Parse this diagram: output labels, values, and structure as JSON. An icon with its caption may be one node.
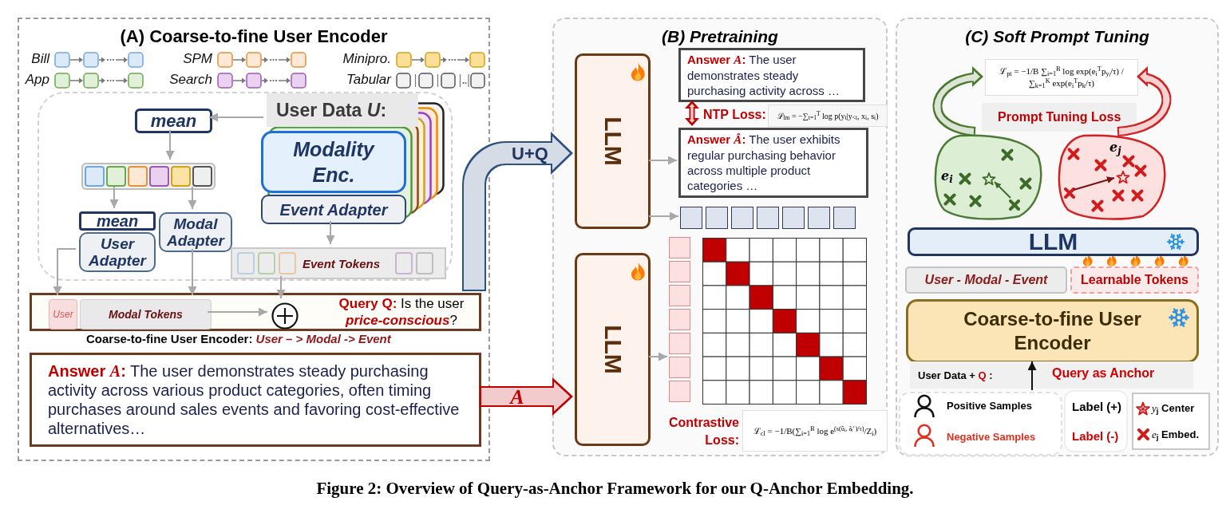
{
  "diagram": {
    "caption": "Figure 2: Overview of Query-as-Anchor Framework for our Q-Anchor Embedding.",
    "nodes": [
      {
        "text": [
          "(A) Coarse-to-fine User Encoder"
        ]
      },
      {
        "text": [],
        "shape": "box",
        "in": 0
      },
      {
        "text": [
          "User Data *U*:"
        ],
        "in": 1
      },
      {
        "text": [
          "Modality Enc."
        ],
        "in": 1
      },
      {
        "text": [
          "Event Adapter"
        ],
        "in": 1
      },
      {
        "text": [
          "mean"
        ],
        "in": 1
      },
      {
        "text": [],
        "shape": "bar",
        "in": 1
      },
      {
        "text": [
          "mean"
        ],
        "in": 1
      },
      {
        "text": [
          "User Adapter"
        ],
        "in": 1
      },
      {
        "text": [
          "Modal Adapter"
        ],
        "in": 1
      },
      {
        "text": [
          "Event Tokens"
        ],
        "in": 1
      },
      {
        "text": [
          "**Query Q:** Is the user *price-conscious*?"
        ],
        "in": 0
      },
      {
        "text": [
          "User"
        ],
        "in": 11
      },
      {
        "text": [
          "Modal Tokens"
        ],
        "in": 11
      },
      {
        "text": [],
        "shape": "circle",
        "in": 11
      },
      {
        "text": [
          "**Answer *A*:** The user demonstrates steady purchasing activity across various product categories, often timing purchases around sales events and favoring cost-effective alternatives…"
        ],
        "in": 0
      },
      {
        "text": [
          "(B) Pretraining"
        ]
      },
      {
        "text": [
          "LLM"
        ],
        "in": 16
      },
      {
        "text": [
          "**Answer *A*:** The user demonstrates steady purchasing activity across …"
        ],
        "in": 16
      },
      {
        "text": [
          "ℒ$_{lm}$ = −∑$_{t=1}$$^{T}$ log p(y$_{t}$|y$_{<t}$, x$_{i}$, s$_{i}$)"
        ],
        "beside": [
          "NTP Loss:"
        ],
        "in": 16
      },
      {
        "text": [
          "**Answer *Â*:** The user exhibits regular purchasing behavior across multiple product categories …"
        ],
        "in": 16
      },
      {
        "text": [],
        "shape": "bar",
        "in": 16
      },
      {
        "text": [
          "LLM"
        ],
        "in": 16
      },
      {
        "text": [],
        "shape": "bar",
        "in": 16
      },
      {
        "text": [
          "ℒ$_{cl}$ = −1/B(∑$_{i=1}$$^{B}$ log e$^{(s(ûᵢ, âᵢ⁺)/τ)}$/Z$_{i}$)"
        ],
        "beside": [
          "Contrastive Loss:"
        ],
        "in": 16
      },
      {
        "text": [
          "(C) Soft Prompt Tuning"
        ]
      },
      {
        "text": [
          "ℒ$_{pt}$ = −1/B ∑$_{i=1}$$^{B}$ log exp(e$_{i}$$^{T}$p$_{yᵢ}$/τ) / ∑$_{k=1}$$^{K}$ exp(e$_{i}$$^{T}$p$_{k}$/τ)"
        ],
        "beside": [
          "Prompt Tuning Loss"
        ],
        "in": 25
      },
      {
        "text": [
          "e$_{i}$"
        ],
        "in": 25
      },
      {
        "text": [
          "e$_{j}$"
        ],
        "in": 25
      },
      {
        "text": [
          "LLM"
        ],
        "in": 25
      },
      {
        "text": [
          "User - Modal - Event"
        ],
        "in": 25
      },
      {
        "text": [
          "Learnable Tokens"
        ],
        "in": 25
      },
      {
        "text": [
          "Coarse-to-fine User Encoder"
        ],
        "in": 25
      },
      {
        "text": [],
        "shape": "box",
        "in": 25
      },
      {
        "text": [],
        "shape": "cross",
        "in": 27
      },
      {
        "text": [],
        "shape": "star",
        "in": 27
      },
      {
        "text": [],
        "shape": "cross",
        "in": 28
      },
      {
        "text": [],
        "shape": "star",
        "in": 28
      }
    ],
    "edges": [
      {
        "from": 2,
        "to": 5,
        "arrow": "to"
      },
      {
        "from": 5,
        "to": 6,
        "arrow": "to"
      },
      {
        "from": 6,
        "to": 7,
        "arrow": "to"
      },
      {
        "from": 6,
        "to": 9,
        "arrow": "to"
      },
      {
        "from": 4,
        "to": 10,
        "arrow": "to"
      },
      {
        "from": 8,
        "to": 12,
        "arrow": "to"
      },
      {
        "from": 9,
        "to": 13,
        "arrow": "to"
      },
      {
        "from": 10,
        "to": 14,
        "arrow": "to"
      },
      {
        "from": 13,
        "to": 14,
        "arrow": "to"
      },
      {
        "from": 11,
        "to": 17,
        "arrow": "to",
        "label": "U+Q",
        "style": "thick",
        "color": "#2c5282"
      },
      {
        "from": 15,
        "to": 22,
        "arrow": "to",
        "label": "A",
        "style": "thick",
        "color": "#c00000"
      },
      {
        "from": 18,
        "to": 20,
        "arrow": "both",
        "style": "thick",
        "color": "#c00000"
      },
      {
        "from": 17,
        "to": 20,
        "arrow": "to"
      },
      {
        "from": 17,
        "to": 21,
        "arrow": "to"
      },
      {
        "from": 22,
        "to": 23,
        "arrow": "to"
      },
      {
        "from": 27,
        "to": 26,
        "arrow": "to",
        "style": "thick",
        "color": "#4a7a2c"
      },
      {
        "from": 28,
        "to": 26,
        "arrow": "to",
        "style": "thick",
        "color": "#d02020"
      },
      {
        "from": 33,
        "to": 32,
        "arrow": "to",
        "label": "Query as Anchor",
        "color": "#111111"
      },
      {
        "from": 34,
        "to": 35,
        "arrow": "to",
        "color": "#3f6b2a"
      },
      {
        "from": 36,
        "to": 37,
        "arrow": "to",
        "color": "#7a1010"
      }
    ],
    "labels": [
      "Bill",
      "SPM",
      "Minipro.",
      "App",
      "Search",
      "Tabular",
      "Coarse-to-fine User Encoder: *User – > Modal -> Event*",
      "User Data + **Q** :",
      "Label (+)",
      "Label (-)"
    ],
    "legend": [
      {
        "text": "Positive Samples"
      },
      {
        "text": "Negative Samples"
      },
      {
        "text": "*y*$_{j}$ Center"
      },
      {
        "text": "*e*$_{j}$ Embed."
      }
    ]
  }
}
